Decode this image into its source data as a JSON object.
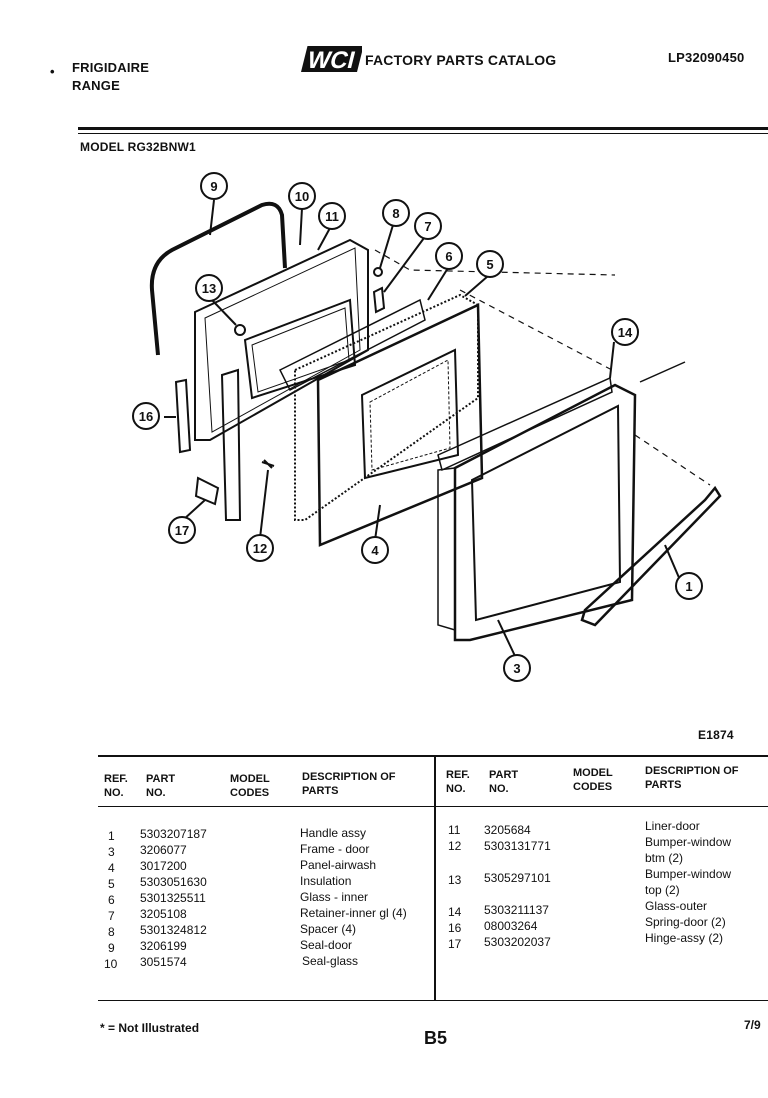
{
  "header": {
    "brand": "FRIGIDAIRE",
    "product": "RANGE",
    "logo": "WCI",
    "catalog": "FACTORY PARTS CATALOG",
    "doc_number": "LP32090450",
    "model_label": "MODEL RG32BNW1"
  },
  "diagram": {
    "code": "E1874",
    "callouts": [
      "9",
      "10",
      "11",
      "8",
      "7",
      "6",
      "5",
      "13",
      "14",
      "16",
      "17",
      "12",
      "4",
      "1",
      "3"
    ]
  },
  "table": {
    "headers": {
      "ref": "REF. NO.",
      "part": "PART NO.",
      "model": "MODEL CODES",
      "desc": "DESCRIPTION OF PARTS"
    },
    "left_rows": [
      {
        "ref": "1",
        "part": "5303207187",
        "desc": "Handle assy"
      },
      {
        "ref": "3",
        "part": "3206077",
        "desc": "Frame - door"
      },
      {
        "ref": "4",
        "part": "3017200",
        "desc": "Panel-airwash"
      },
      {
        "ref": "5",
        "part": "5303051630",
        "desc": "Insulation"
      },
      {
        "ref": "6",
        "part": "5301325511",
        "desc": "Glass - inner"
      },
      {
        "ref": "7",
        "part": "3205108",
        "desc": "Retainer-inner gl (4)"
      },
      {
        "ref": "8",
        "part": "5301324812",
        "desc": "Spacer (4)"
      },
      {
        "ref": "9",
        "part": "3206199",
        "desc": "Seal-door"
      },
      {
        "ref": "10",
        "part": "3051574",
        "desc": "Seal-glass"
      }
    ],
    "right_rows": [
      {
        "ref": "11",
        "part": "3205684",
        "desc": "Liner-door"
      },
      {
        "ref": "12",
        "part": "5303131771",
        "desc": "Bumper-window"
      },
      {
        "ref": "",
        "part": "",
        "desc": "btm (2)"
      },
      {
        "ref": "13",
        "part": "5305297101",
        "desc": "Bumper-window"
      },
      {
        "ref": "",
        "part": "",
        "desc": "top (2)"
      },
      {
        "ref": "14",
        "part": "5303211137",
        "desc": "Glass-outer"
      },
      {
        "ref": "16",
        "part": "08003264",
        "desc": "Spring-door (2)"
      },
      {
        "ref": "17",
        "part": "5303202037",
        "desc": "Hinge-assy (2)"
      }
    ]
  },
  "footer": {
    "note": "* = Not Illustrated",
    "page": "B5",
    "date": "7/9"
  }
}
